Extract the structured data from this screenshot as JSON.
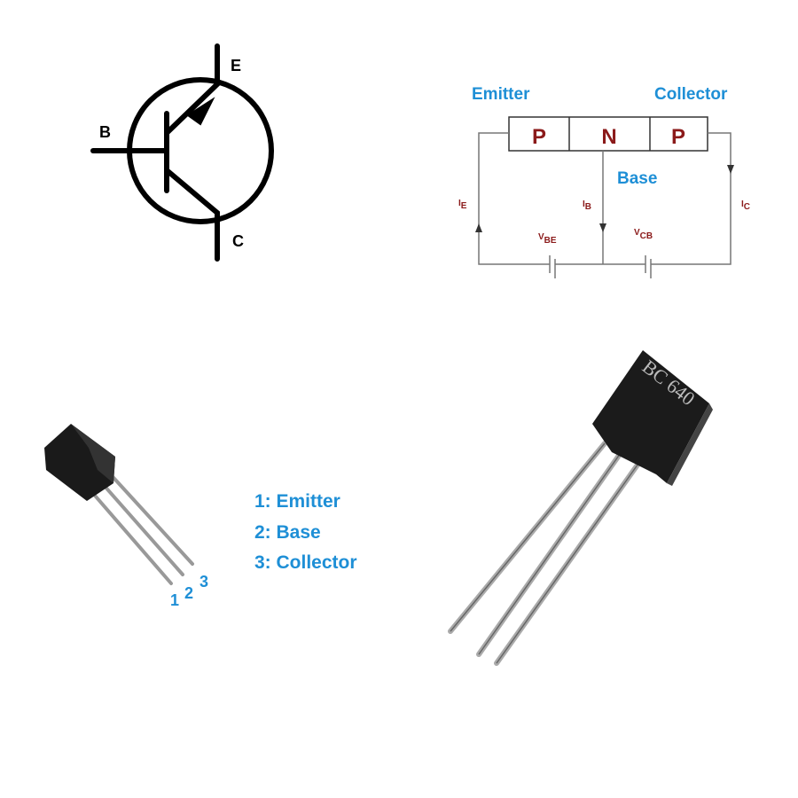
{
  "symbol": {
    "emitter": "E",
    "base": "B",
    "collector": "C"
  },
  "circuit": {
    "emitter_label": "Emitter",
    "collector_label": "Collector",
    "base_label": "Base",
    "layers": [
      "P",
      "N",
      "P"
    ],
    "ie": "I",
    "ie_sub": "E",
    "ib": "I",
    "ib_sub": "B",
    "ic": "I",
    "ic_sub": "C",
    "vbe": "V",
    "vbe_sub": "BE",
    "vcb": "V",
    "vcb_sub": "CB"
  },
  "pinout": {
    "pins": [
      "1: Emitter",
      "2: Base",
      "3: Collector"
    ],
    "numbers": [
      "1",
      "2",
      "3"
    ]
  },
  "package": {
    "marking": "BC 640"
  },
  "colors": {
    "blue": "#1e8fd6",
    "red": "#8b1a1a"
  }
}
